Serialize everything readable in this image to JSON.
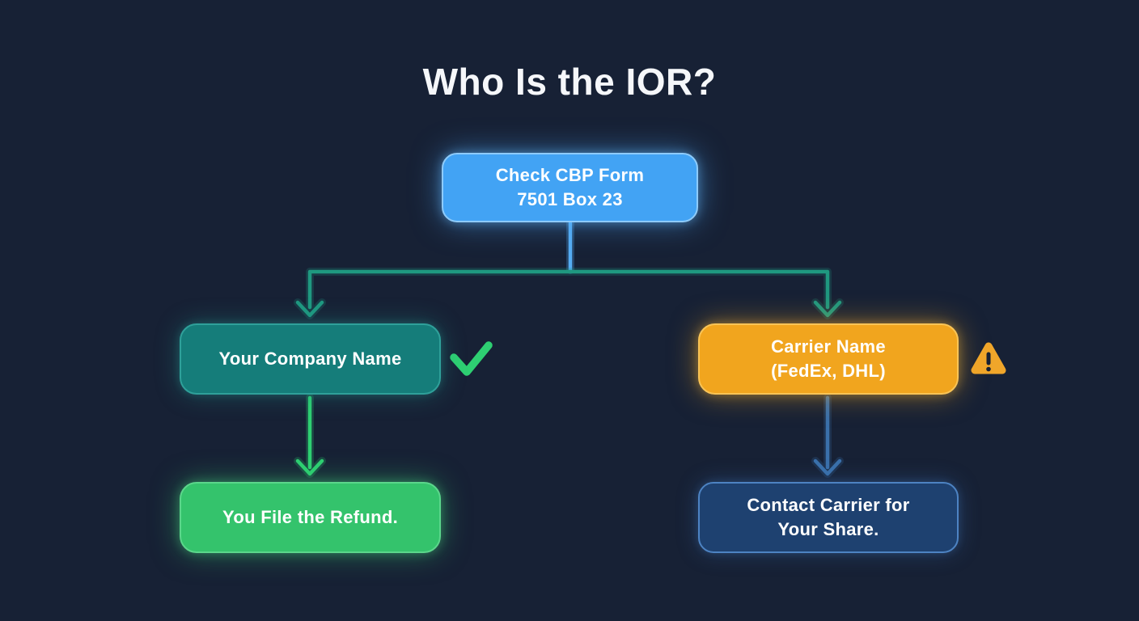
{
  "title": "Who Is the IOR?",
  "nodes": {
    "root": {
      "line1": "Check CBP Form",
      "line2": "7501 Box 23"
    },
    "company": {
      "line1": "Your Company Name"
    },
    "carrier": {
      "line1": "Carrier Name",
      "line2": "(FedEx, DHL)"
    },
    "refund": {
      "line1": "You File the Refund."
    },
    "contact": {
      "line1": "Contact Carrier for",
      "line2": "Your Share."
    }
  },
  "icons": {
    "company_status": "check-icon",
    "carrier_status": "warning-icon"
  },
  "colors": {
    "background": "#172135",
    "title_text": "#f5f7fa",
    "node_text": "#ffffff",
    "root_fill": "#42a3f4",
    "root_border": "#8ecbfa",
    "company_fill": "#157d7a",
    "company_border": "#2fa09a",
    "carrier_fill": "#f1a51e",
    "carrier_border": "#f9c456",
    "refund_fill": "#34c36c",
    "refund_border": "#5bd68b",
    "contact_fill": "#1e4170",
    "contact_border": "#4d83c3",
    "stem_connector": "#55acf2",
    "branch_connector": "#1f9880",
    "left_arrow": "#2ecf72",
    "right_arrow": "#3a70ab",
    "check_icon": "#2ecf72",
    "warning_icon": "#f0a62a"
  }
}
